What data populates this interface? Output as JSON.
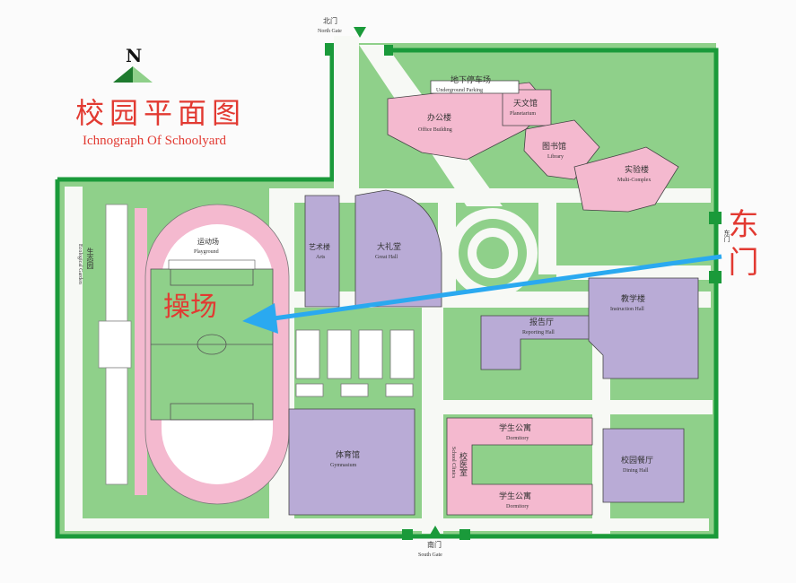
{
  "title_zh": "校园平面图",
  "title_en": "Ichnograph Of Schoolyard",
  "compass_letter": "N",
  "gates": {
    "north": {
      "zh": "北门",
      "en": "North Gate"
    },
    "south": {
      "zh": "南门",
      "en": "South Gate"
    },
    "east_zh_vertical": "东门",
    "east_small": "东门"
  },
  "buildings": {
    "parking": {
      "zh": "地下停车场",
      "en": "Underground Parking"
    },
    "office": {
      "zh": "办公楼",
      "en": "Office Building"
    },
    "planetarium": {
      "zh": "天文馆",
      "en": "Planetarium"
    },
    "library": {
      "zh": "图书馆",
      "en": "Library"
    },
    "lab": {
      "zh": "实验楼",
      "en": "Multi-Complex"
    },
    "arts": {
      "zh": "艺术楼",
      "en": "Arts"
    },
    "great_hall": {
      "zh": "大礼堂",
      "en": "Great Hall"
    },
    "playground": {
      "zh": "运动场",
      "en": "Playground"
    },
    "eco_garden": {
      "zh": "生态园",
      "en": "Ecological Garden"
    },
    "teaching": {
      "zh": "教学楼",
      "en": "Instruction Hall"
    },
    "reporting": {
      "zh": "报告厅",
      "en": "Reporting Hall"
    },
    "gym": {
      "zh": "体育馆",
      "en": "Gymnasium"
    },
    "dorm_top": {
      "zh": "学生公寓",
      "en": "Dormitory"
    },
    "dorm_bottom": {
      "zh": "学生公寓",
      "en": "Dormitory"
    },
    "clinic": {
      "zh": "校医室",
      "en": "School Clinics"
    },
    "dining": {
      "zh": "校园餐厅",
      "en": "Dining Hall"
    }
  },
  "annotations": {
    "playground_mark": "操场",
    "east_gate_mark": "东门"
  },
  "colors": {
    "green": "#8fd08a",
    "dark_green": "#1a9a3a",
    "pink": "#f4b9cf",
    "lavender": "#b9abd6",
    "arrow": "#2aa9f0",
    "red_text": "#e23a32"
  }
}
